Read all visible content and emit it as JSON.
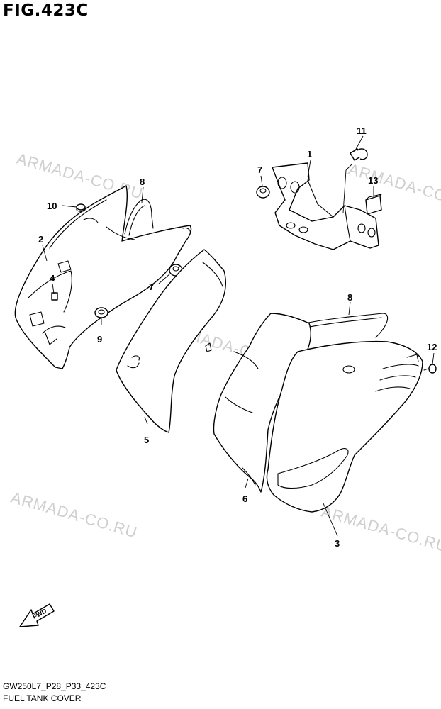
{
  "figure": {
    "title": "FIG.423C",
    "code": "GW250L7_P28_P33_423C",
    "name": "FUEL TANK COVER"
  },
  "watermark": "ARMADA-CO.RU",
  "direction_marker": "FWD",
  "callouts": [
    {
      "id": "1",
      "label": "1"
    },
    {
      "id": "2",
      "label": "2"
    },
    {
      "id": "3",
      "label": "3"
    },
    {
      "id": "4",
      "label": "4"
    },
    {
      "id": "5",
      "label": "5"
    },
    {
      "id": "6",
      "label": "6"
    },
    {
      "id": "7a",
      "label": "7"
    },
    {
      "id": "7b",
      "label": "7"
    },
    {
      "id": "8a",
      "label": "8"
    },
    {
      "id": "8b",
      "label": "8"
    },
    {
      "id": "9",
      "label": "9"
    },
    {
      "id": "10",
      "label": "10"
    },
    {
      "id": "11",
      "label": "11"
    },
    {
      "id": "12",
      "label": "12"
    },
    {
      "id": "13",
      "label": "13"
    }
  ],
  "colors": {
    "ink": "#000000",
    "watermark": "#cfcfcf",
    "background": "#ffffff"
  }
}
